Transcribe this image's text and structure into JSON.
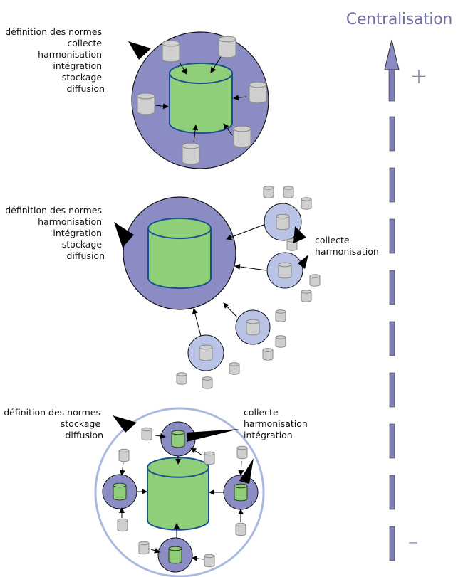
{
  "title": "Centralisation",
  "scale_plus": "+",
  "scale_minus": "–",
  "top_diagram": {
    "labels": [
      "définition des normes",
      "collecte",
      "harmonisation",
      "intégration",
      "stockage",
      "diffusion"
    ]
  },
  "middle_diagram": {
    "center_labels": [
      "définition des normes",
      "harmonisation",
      "intégration",
      "stockage",
      "diffusion"
    ],
    "node_labels": [
      "collecte",
      "harmonisation"
    ]
  },
  "bottom_diagram": {
    "center_labels": [
      "définition des normes",
      "stockage",
      "diffusion"
    ],
    "node_labels": [
      "collecte",
      "harmonisation",
      "intégration"
    ]
  },
  "colors": {
    "hub": "#8c8cc4",
    "hub_light": "#b9c3e6",
    "store": "#8fcf7a",
    "store_outline": "#1a4f8f",
    "source": "#cfcfcf",
    "axis": "#7d7db8"
  },
  "icons": [
    "database-icon",
    "arrow-up-icon"
  ]
}
